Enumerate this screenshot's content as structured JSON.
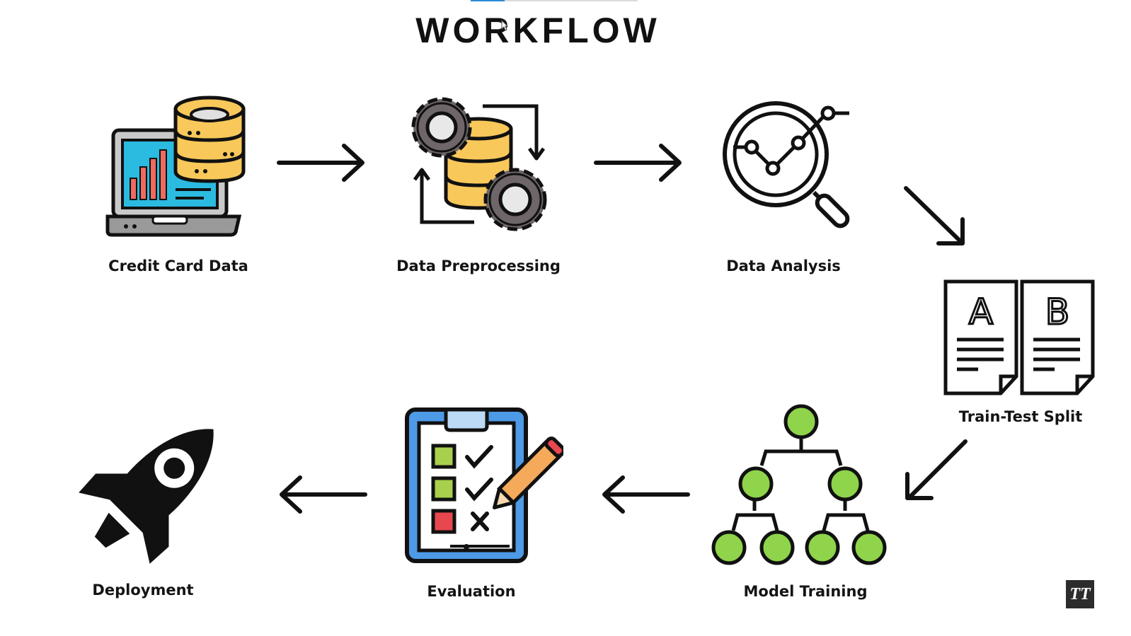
{
  "title": "WORKFLOW",
  "steps": [
    {
      "label": "Credit Card Data"
    },
    {
      "label": "Data Preprocessing"
    },
    {
      "label": "Data Analysis"
    },
    {
      "label": "Train-Test Split"
    },
    {
      "label": "Model Training"
    },
    {
      "label": "Evaluation"
    },
    {
      "label": "Deployment"
    }
  ],
  "split_letters": {
    "left": "A",
    "right": "B"
  },
  "corner_logo": "TT",
  "colors": {
    "ink": "#111111",
    "screen": "#2bbbe0",
    "chart_bars": "#f06a5e",
    "database_gold": "#f8c85a",
    "gear": "#6e6669",
    "node_green": "#8fd44a",
    "clipboard_blue": "#4d9ae6",
    "check_green": "#a8d04d",
    "cross_red": "#e8474f",
    "pencil": "#f5a95a"
  },
  "icons": [
    "laptop-database-icon",
    "gears-database-icon",
    "magnifier-chart-icon",
    "ab-documents-icon",
    "tree-network-icon",
    "clipboard-checklist-icon",
    "rocket-icon"
  ]
}
